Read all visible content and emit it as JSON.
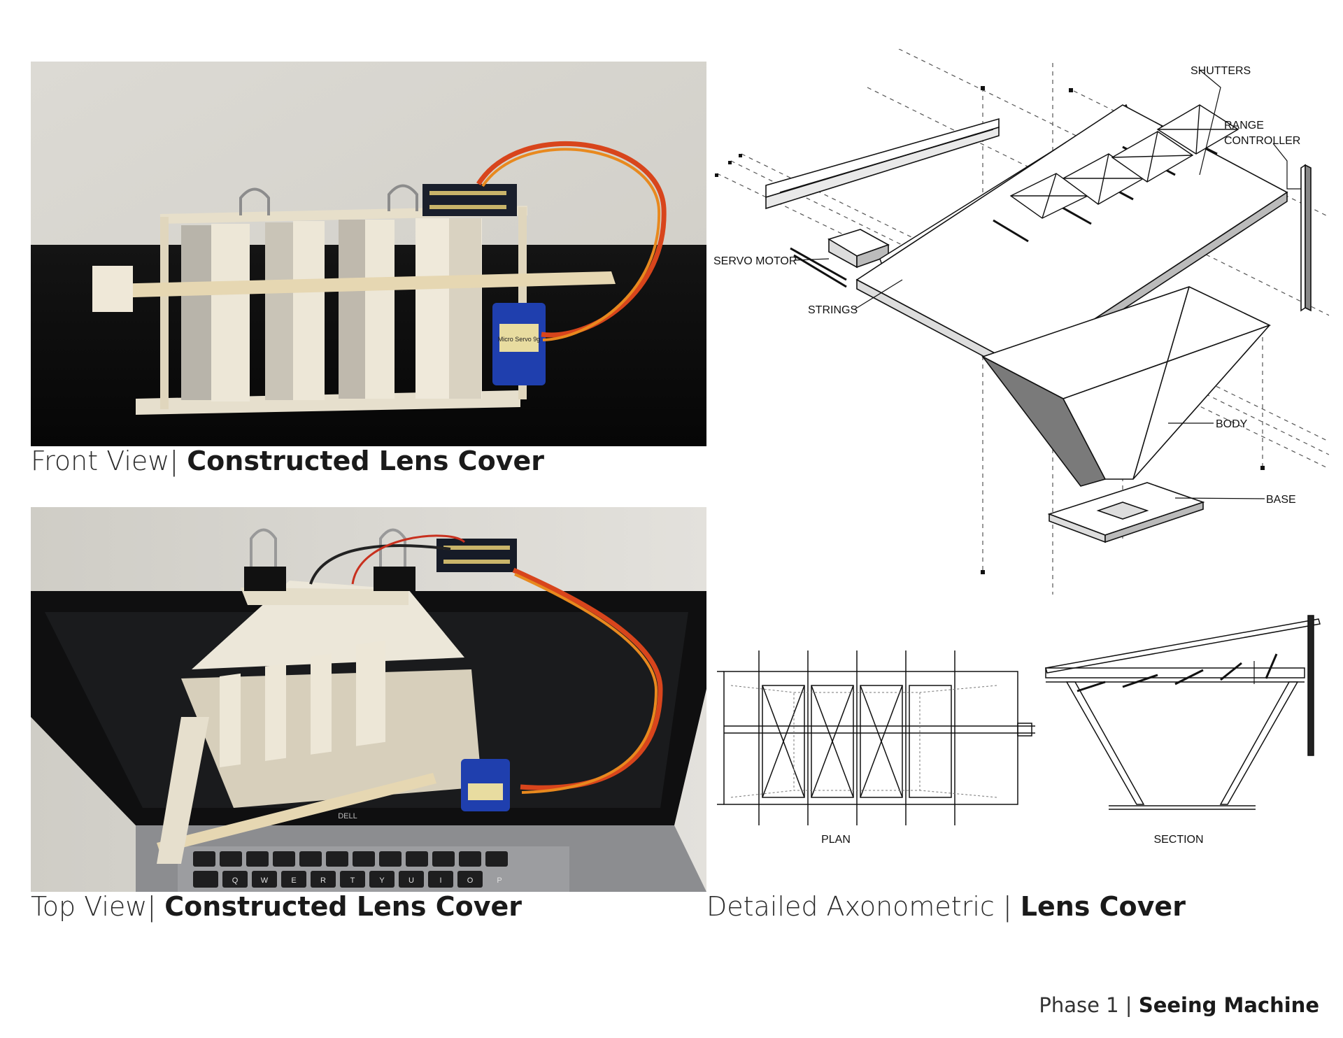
{
  "front_caption": {
    "view": "Front View",
    "sep": "|",
    "title": "Constructed Lens Cover"
  },
  "top_caption": {
    "view": "Top View",
    "sep": "|",
    "title": "Constructed Lens Cover"
  },
  "axo_caption": {
    "view": "Detailed Axonometric",
    "sep": " | ",
    "title": "Lens Cover"
  },
  "footer": {
    "phase": "Phase 1",
    "sep": " | ",
    "title": "Seeing Machine"
  },
  "axo_labels": {
    "shutters": "SHUTTERS",
    "range_1": "RANGE",
    "range_2": "CONTROLLER",
    "servo": "SERVO MOTOR",
    "strings": "STRINGS",
    "body": "BODY",
    "base": "BASE"
  },
  "drawing_labels": {
    "plan": "PLAN",
    "section": "SECTION"
  },
  "photo_text": {
    "servo_sticker": "Micro Servo 9g",
    "laptop_brand": "DELL",
    "key_row": [
      "Q",
      "W",
      "E",
      "R",
      "T",
      "Y",
      "U",
      "I",
      "O",
      "P"
    ]
  },
  "colors": {
    "wall": "#dedcd6",
    "dark": "#0d0d0d",
    "foam": "#ece7d9",
    "servo": "#1f3fae",
    "wire_red": "#d8451c",
    "wire_orange": "#e8891e"
  }
}
